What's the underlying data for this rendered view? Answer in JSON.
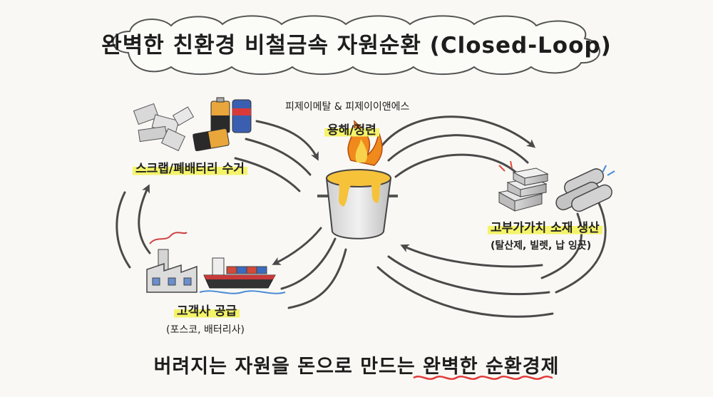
{
  "title": "완벽한 친환경 비철금속 자원순환 (Closed-Loop)",
  "nodes": {
    "scrap": {
      "label": "스크랩/폐배터리 수거"
    },
    "smelt": {
      "company": "피제이메탈 & 피제이이앤에스",
      "label": "용해/정련"
    },
    "product": {
      "label": "고부가가치 소재 생산",
      "detail": "(탈산제, 빌렛, 납 잉곳)"
    },
    "customer": {
      "label": "고객사 공급",
      "detail": "(포스코, 배터리사)"
    }
  },
  "slogan": {
    "prefix": "버려지는 자원을 돈으로 만드는 ",
    "emphasis": "완벽한 순환경제"
  },
  "colors": {
    "highlight": "#f4f36a",
    "underline": "#e23a3a",
    "flame": "#f08a1c",
    "molten": "#f5c23a"
  }
}
